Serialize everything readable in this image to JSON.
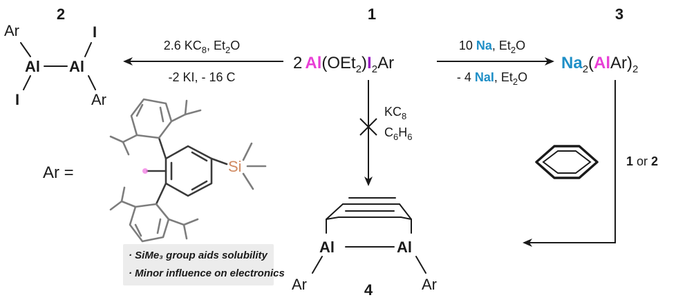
{
  "colors": {
    "al": "#e83fd6",
    "iodine": "#9a1fc4",
    "sodium": "#1f8fc7",
    "silicon": "#d08a62",
    "text": "#1a1a1a"
  },
  "compounds": {
    "c1": {
      "number": "1",
      "coef": "2",
      "al": "Al",
      "ligand": "(OEt",
      "sub": "2",
      "close": ")",
      "i": "I",
      "isub": "2",
      "ar": "Ar"
    },
    "c2": {
      "number": "2",
      "ar": "Ar",
      "al": "Al",
      "i": "I"
    },
    "c3": {
      "number": "3",
      "na": "Na",
      "nasub": "2",
      "open": "(",
      "al": "Al",
      "ar": "Ar)",
      "sub": "2"
    },
    "c4": {
      "number": "4",
      "al": "Al",
      "ar": "Ar"
    }
  },
  "arrows": {
    "to2": {
      "top_pre": "2.6 KC",
      "top_sub": "8",
      "top_post": ", Et",
      "top_sub2": "2",
      "top_end": "O",
      "bottom": "-2 KI, - 16 C"
    },
    "to3": {
      "top_pre": "10 ",
      "top_na": "Na",
      "top_post": ", Et",
      "top_sub": "2",
      "top_end": "O",
      "bot_pre": "- 4 ",
      "bot_nai": "NaI",
      "bot_post": ", Et",
      "bot_sub": "2",
      "bot_end": "O"
    },
    "down": {
      "l1_pre": "KC",
      "l1_sub": "8",
      "l2_pre": "C",
      "l2_sub": "6",
      "l2_mid": "H",
      "l2_sub2": "6"
    },
    "from3": {
      "label_a": "1",
      "label_mid": " or ",
      "label_b": "2"
    }
  },
  "ar_definition": {
    "label": "Ar =",
    "si": "Si"
  },
  "notes": [
    "· SiMe₃ group aids solubility",
    "· Minor influence on electronics"
  ]
}
